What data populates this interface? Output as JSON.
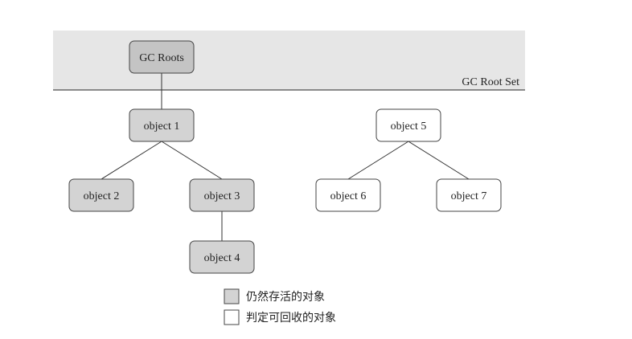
{
  "root_set": {
    "label": "GC Root Set",
    "band_color": "#e6e6e6"
  },
  "colors": {
    "live_fill": "#d3d3d3",
    "root_fill": "#c4c4c4",
    "dead_fill": "#ffffff",
    "stroke": "#444444"
  },
  "nodes": [
    {
      "id": "gc-roots",
      "label": "GC Roots",
      "status": "root"
    },
    {
      "id": "object-1",
      "label": "object 1",
      "status": "live"
    },
    {
      "id": "object-2",
      "label": "object 2",
      "status": "live"
    },
    {
      "id": "object-3",
      "label": "object 3",
      "status": "live"
    },
    {
      "id": "object-4",
      "label": "object 4",
      "status": "live"
    },
    {
      "id": "object-5",
      "label": "object 5",
      "status": "dead"
    },
    {
      "id": "object-6",
      "label": "object 6",
      "status": "dead"
    },
    {
      "id": "object-7",
      "label": "object 7",
      "status": "dead"
    }
  ],
  "edges": [
    {
      "from": "gc-roots",
      "to": "object-1"
    },
    {
      "from": "object-1",
      "to": "object-2"
    },
    {
      "from": "object-1",
      "to": "object-3"
    },
    {
      "from": "object-3",
      "to": "object-4"
    },
    {
      "from": "object-5",
      "to": "object-6"
    },
    {
      "from": "object-5",
      "to": "object-7"
    }
  ],
  "legend": {
    "live_label": "仍然存活的对象",
    "dead_label": "判定可回收的对象"
  }
}
